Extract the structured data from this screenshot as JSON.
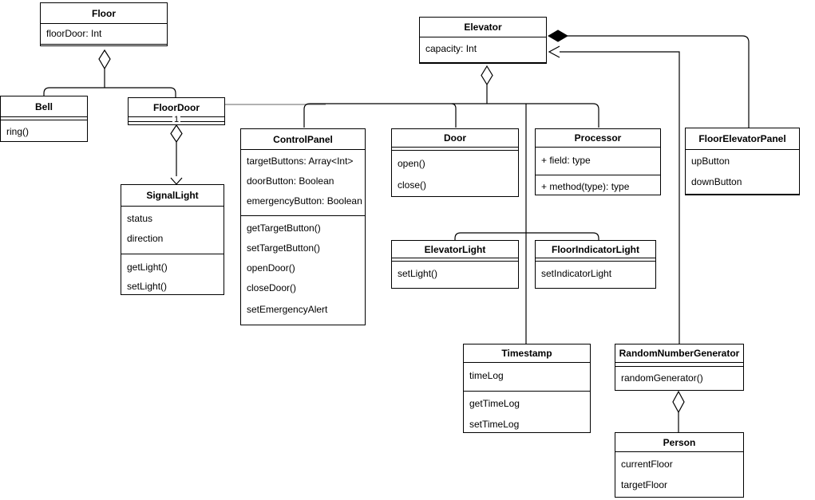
{
  "diagram": {
    "title": "Elevator system UML class diagram",
    "colors": {
      "line": "#000000",
      "association_gray": "#999999",
      "box_fill": "#ffffff",
      "box_border": "#000000"
    },
    "labels": {
      "floordoor_multiplicity": "1"
    }
  },
  "classes": {
    "floor": {
      "name": "Floor",
      "attributes": [
        "floorDoor: Int"
      ],
      "methods": []
    },
    "bell": {
      "name": "Bell",
      "attributes": [],
      "methods": [
        "ring()"
      ]
    },
    "floorDoor": {
      "name": "FloorDoor",
      "attributes": [],
      "methods": []
    },
    "signalLight": {
      "name": "SignalLight",
      "attributes": [
        "status",
        "direction"
      ],
      "methods": [
        "getLight()",
        "setLight()"
      ]
    },
    "controlPanel": {
      "name": "ControlPanel",
      "attributes": [
        "targetButtons: Array<Int>",
        "doorButton: Boolean",
        "emergencyButton: Boolean"
      ],
      "methods": [
        "getTargetButton()",
        "setTargetButton()",
        "openDoor()",
        "closeDoor()",
        "setEmergencyAlert"
      ]
    },
    "elevator": {
      "name": "Elevator",
      "attributes": [
        "capacity: Int"
      ],
      "methods": []
    },
    "door": {
      "name": "Door",
      "attributes": [],
      "methods": [
        "open()",
        "close()"
      ]
    },
    "processor": {
      "name": "Processor",
      "attributes": [
        "+ field: type"
      ],
      "methods": [
        "+ method(type): type"
      ]
    },
    "elevatorLight": {
      "name": "ElevatorLight",
      "attributes": [],
      "methods": [
        "setLight()"
      ]
    },
    "floorIndicatorLight": {
      "name": "FloorIndicatorLight",
      "attributes": [],
      "methods": [
        "setIndicatorLight"
      ]
    },
    "floorElevatorPanel": {
      "name": "FloorElevatorPanel",
      "attributes": [
        "upButton",
        "downButton"
      ],
      "methods": []
    },
    "timestamp": {
      "name": "Timestamp",
      "attributes": [
        "timeLog"
      ],
      "methods": [
        "getTimeLog",
        "setTimeLog"
      ]
    },
    "randomNumberGenerator": {
      "name": "RandomNumberGenerator",
      "attributes": [],
      "methods": [
        "randomGenerator()"
      ]
    },
    "person": {
      "name": "Person",
      "attributes": [
        "currentFloor",
        "targetFloor"
      ],
      "methods": []
    }
  },
  "relationships": [
    {
      "from": "Floor",
      "to": "Bell",
      "type": "aggregation"
    },
    {
      "from": "Floor",
      "to": "FloorDoor",
      "type": "aggregation"
    },
    {
      "from": "FloorDoor",
      "to": "SignalLight",
      "type": "aggregation-directed",
      "multiplicity": "1"
    },
    {
      "from": "Elevator",
      "to": "FloorDoor",
      "type": "aggregation"
    },
    {
      "from": "Elevator",
      "to": "ControlPanel",
      "type": "aggregation"
    },
    {
      "from": "Elevator",
      "to": "Door",
      "type": "aggregation"
    },
    {
      "from": "Elevator",
      "to": "Processor",
      "type": "aggregation"
    },
    {
      "from": "Elevator",
      "to": "ElevatorLight",
      "type": "aggregation"
    },
    {
      "from": "Elevator",
      "to": "FloorIndicatorLight",
      "type": "aggregation"
    },
    {
      "from": "Elevator",
      "to": "Timestamp",
      "type": "aggregation"
    },
    {
      "from": "Elevator",
      "to": "FloorElevatorPanel",
      "type": "composition"
    },
    {
      "from": "RandomNumberGenerator",
      "to": "Elevator",
      "type": "directed-association"
    },
    {
      "from": "RandomNumberGenerator",
      "to": "Person",
      "type": "aggregation"
    }
  ]
}
